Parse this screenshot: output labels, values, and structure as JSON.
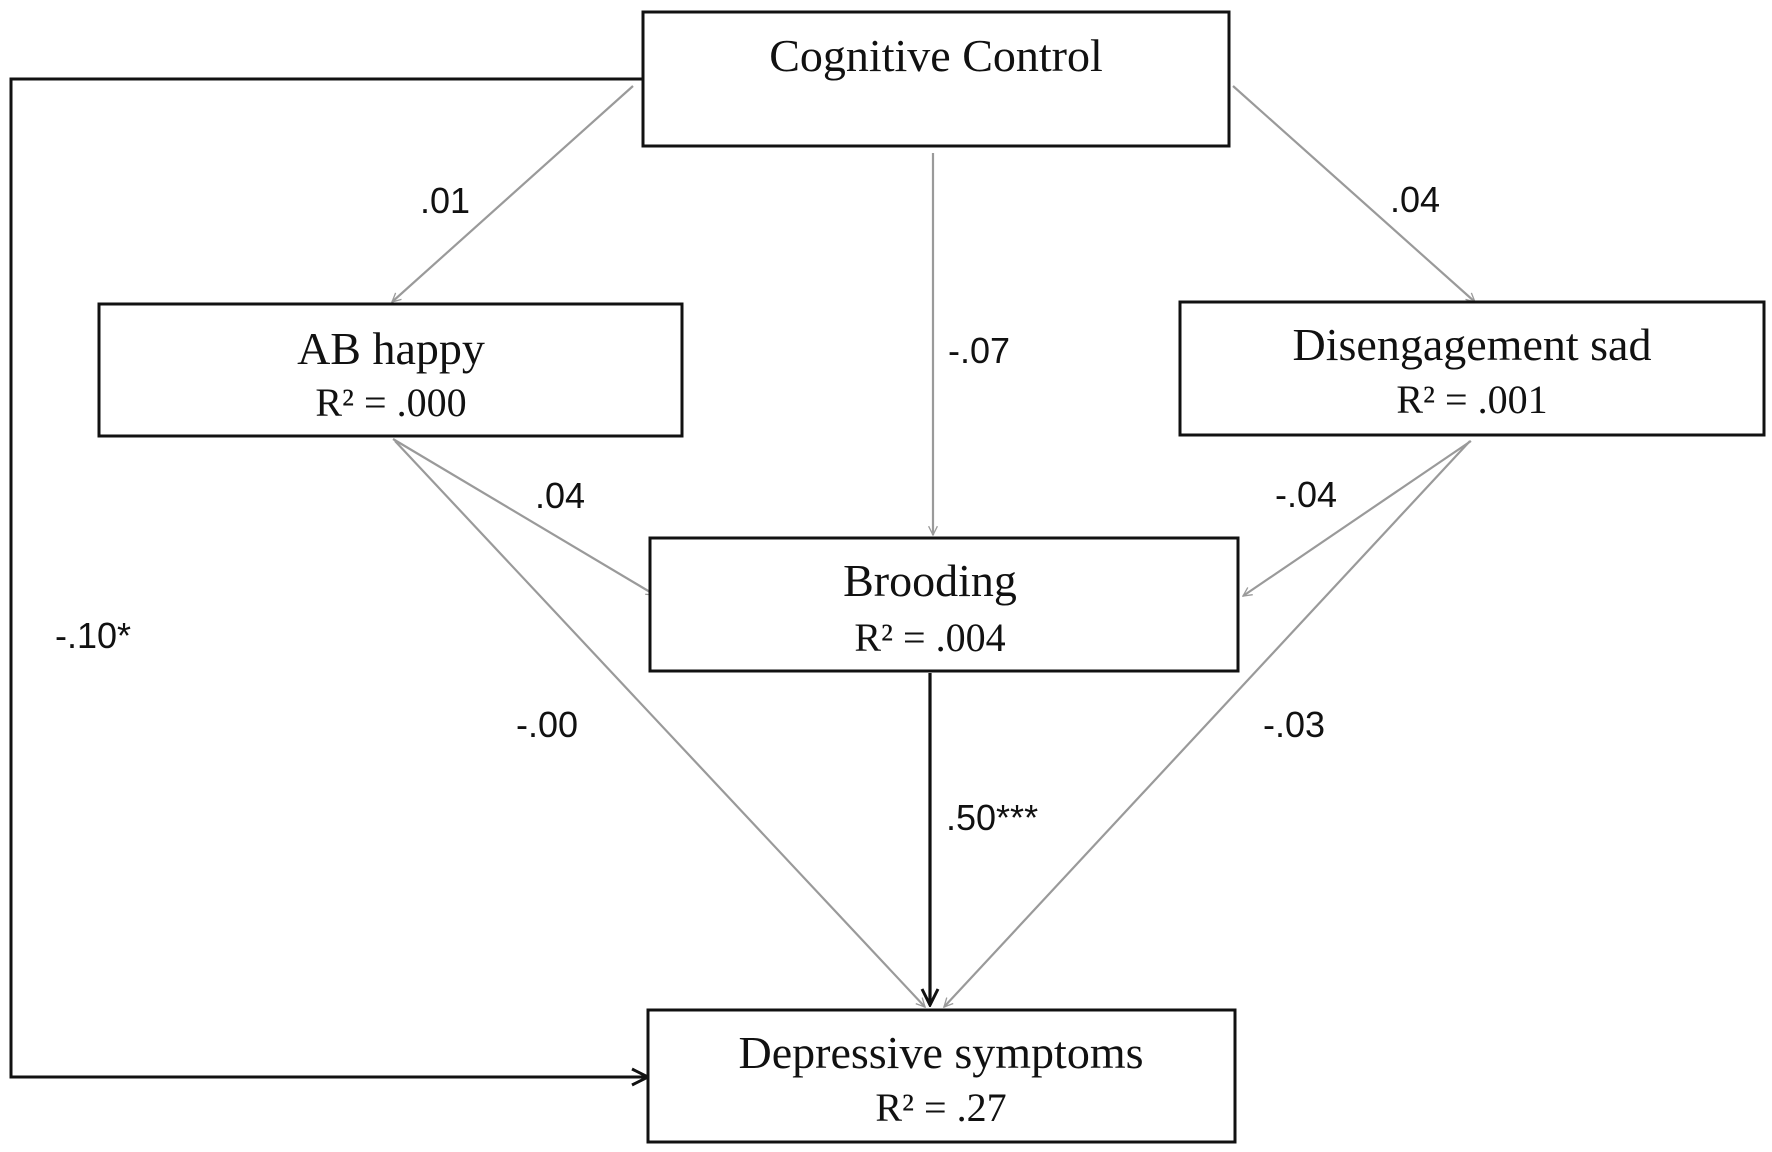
{
  "nodes": {
    "cognitive_control": {
      "title": "Cognitive Control"
    },
    "ab_happy": {
      "title": "AB happy",
      "r2": "R² = .000"
    },
    "disengagement_sad": {
      "title": "Disengagement sad",
      "r2": "R² = .001"
    },
    "brooding": {
      "title": "Brooding",
      "r2": "R² = .004"
    },
    "depressive_symptoms": {
      "title": "Depressive symptoms",
      "r2": "R² = .27"
    }
  },
  "edges": {
    "cc_to_ab": ".01",
    "cc_to_dis": ".04",
    "cc_to_brooding": "-.07",
    "cc_to_dep": "-.10*",
    "ab_to_brooding": ".04",
    "dis_to_brooding": "-.04",
    "ab_to_dep": "-.00",
    "dis_to_dep": "-.03",
    "brooding_to_dep": ".50***"
  },
  "colors": {
    "nonsignificant_path": "#9a9a9a",
    "significant_path": "#111111"
  }
}
